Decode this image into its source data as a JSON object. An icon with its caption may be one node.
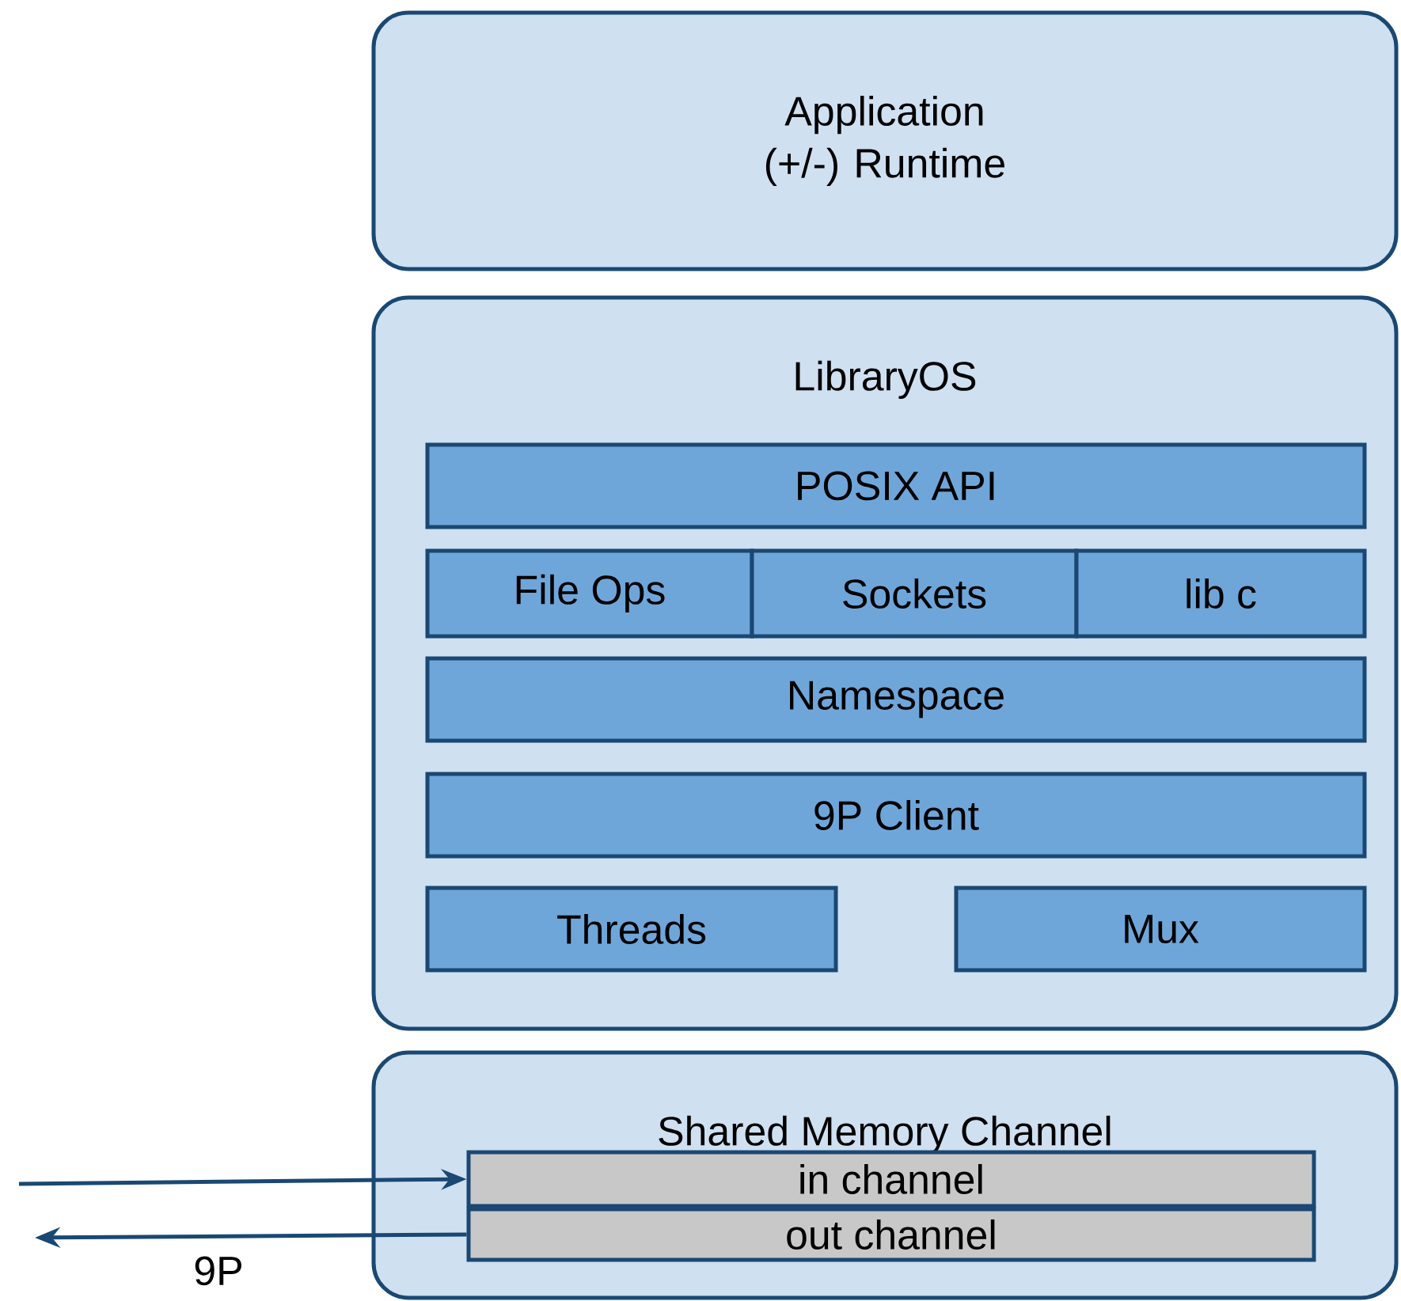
{
  "diagram": {
    "nodes": [
      {
        "text": [
          "Application (+/-) Runtime"
        ]
      },
      {
        "text": [
          "LibraryOS"
        ]
      },
      {
        "text": [
          "POSIX API"
        ],
        "in": 1
      },
      {
        "text": [
          "File Ops"
        ],
        "in": 1
      },
      {
        "text": [
          "Sockets"
        ],
        "in": 1
      },
      {
        "text": [
          "lib c"
        ],
        "in": 1
      },
      {
        "text": [
          "Namespace"
        ],
        "in": 1
      },
      {
        "text": [
          "9P Client"
        ],
        "in": 1
      },
      {
        "text": [
          "Threads"
        ],
        "in": 1
      },
      {
        "text": [
          "Mux"
        ],
        "in": 1
      },
      {
        "text": [
          "Shared Memory Channel"
        ]
      },
      {
        "text": [
          "in channel"
        ],
        "in": 10
      },
      {
        "text": [
          "out channel"
        ],
        "in": 10
      }
    ],
    "edges": [
      {
        "from": null,
        "to": 11,
        "arrow": "to"
      },
      {
        "from": 12,
        "to": null,
        "arrow": "to",
        "label": "9P"
      }
    ]
  }
}
